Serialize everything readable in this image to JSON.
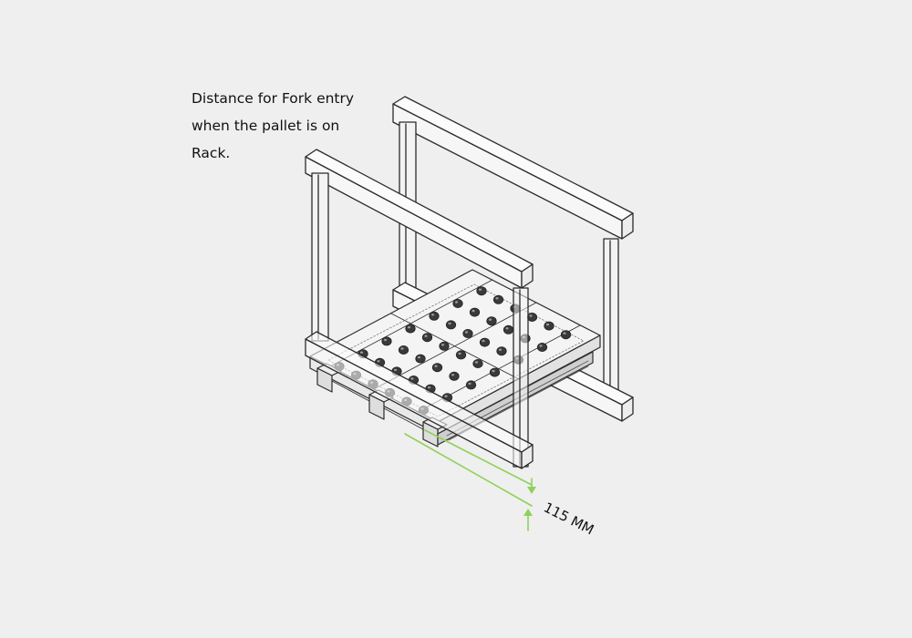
{
  "caption": {
    "lines": [
      "Distance for Fork entry",
      "when the pallet is on",
      "Rack."
    ]
  },
  "dimension": {
    "label": "115 MM"
  },
  "colors": {
    "background": "#efefef",
    "line": "#2b2b2b",
    "frame_fill": "#f7f7f7",
    "dimension": "#8fd15a",
    "text": "#111111"
  }
}
